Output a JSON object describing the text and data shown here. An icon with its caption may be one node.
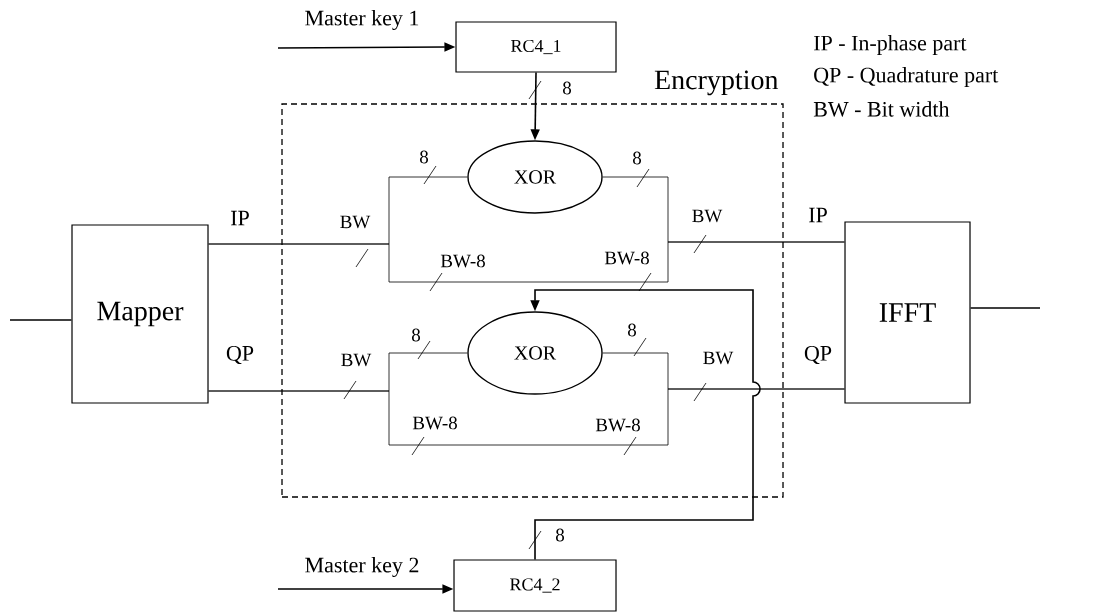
{
  "diagram": {
    "nodes": [
      {
        "text": [
          "Mapper"
        ]
      },
      {
        "text": [
          "IFFT"
        ]
      },
      {
        "text": [
          "Encryption"
        ]
      },
      {
        "text": [
          "RC4_1"
        ]
      },
      {
        "text": [
          "XOR"
        ],
        "in": 2
      },
      {
        "text": [
          "XOR"
        ],
        "in": 2
      },
      {
        "text": [
          "RC4_2"
        ]
      }
    ],
    "edges": [
      {
        "from": null,
        "to": 3,
        "arrow": "to",
        "label": "Master key 1"
      },
      {
        "from": 3,
        "to": 4,
        "arrow": "to",
        "label": "8"
      },
      {
        "from": 0,
        "to": 4,
        "arrow": "none"
      },
      {
        "from": 4,
        "to": 1,
        "arrow": "none"
      },
      {
        "from": 0,
        "to": 1,
        "arrow": "none"
      },
      {
        "from": 0,
        "to": 5,
        "arrow": "none"
      },
      {
        "from": 5,
        "to": 1,
        "arrow": "none"
      },
      {
        "from": 0,
        "to": 1,
        "arrow": "none"
      },
      {
        "from": null,
        "to": 6,
        "arrow": "to",
        "label": "Master key 2"
      },
      {
        "from": 6,
        "to": 5,
        "arrow": "to",
        "label": "8"
      },
      {
        "from": null,
        "to": 0,
        "arrow": "none"
      },
      {
        "from": 1,
        "to": null,
        "arrow": "none"
      }
    ],
    "labels": [
      "IP - In-phase part",
      "QP - Quadrature part",
      "BW - Bit width",
      "8",
      "8",
      "IP",
      "BW",
      "BW",
      "IP",
      "BW-8",
      "BW-8",
      "8",
      "8",
      "QP",
      "BW",
      "BW",
      "QP",
      "BW-8",
      "BW-8"
    ]
  }
}
